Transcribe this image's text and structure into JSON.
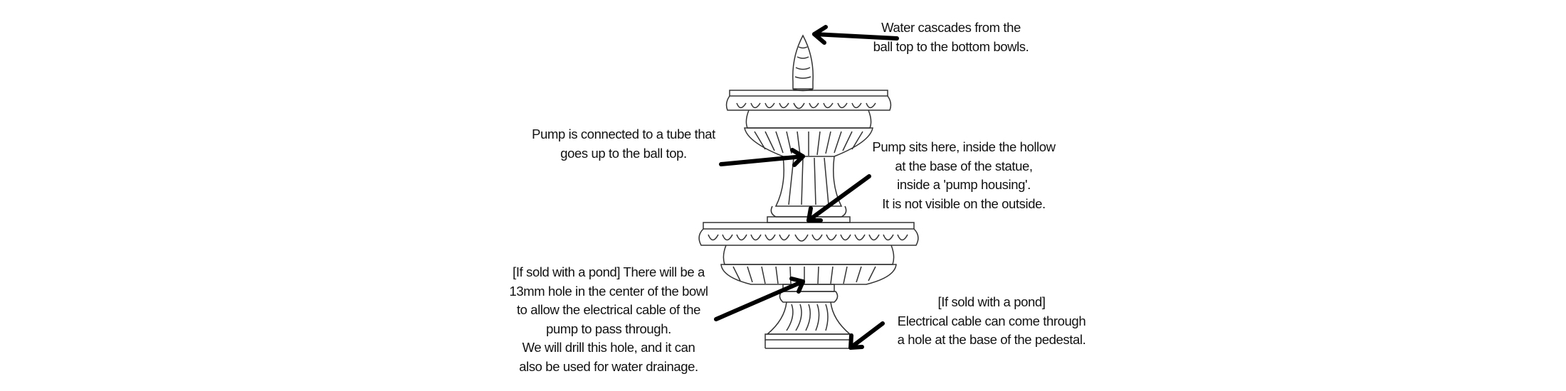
{
  "annotations": {
    "cascade": [
      "Water cascades from the",
      "ball top to the bottom bowls."
    ],
    "tube": [
      "Pump is connected to a tube that",
      "goes up to the ball top."
    ],
    "pump": [
      "Pump sits here, inside the hollow",
      "at the base of the statue,",
      "inside a 'pump housing'.",
      "It is not visible on the outside."
    ],
    "hole": [
      "[If sold with a pond] There will be a",
      "13mm hole in the center of the bowl",
      "to allow the electrical cable of the",
      "pump to pass through.",
      "We will drill this hole, and it can",
      "also be used for water drainage."
    ],
    "cable": [
      "[If sold with a pond]",
      "Electrical cable can come through",
      "a hole at the base of the pedestal."
    ]
  },
  "colors": {
    "line": "#222222",
    "arrow": "#000000"
  }
}
